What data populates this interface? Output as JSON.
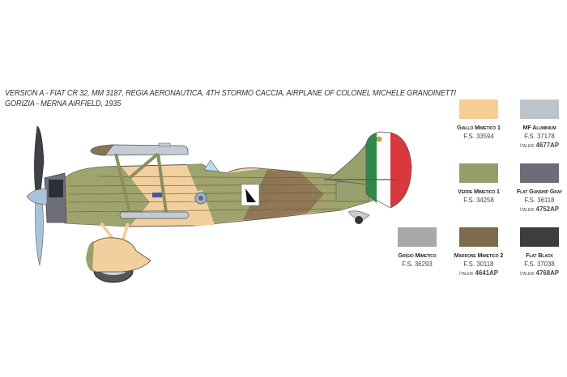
{
  "caption": {
    "line1": "VERSION A - FIAT CR 32, MM 3187, REGIA AERONAUTICA, 4TH STORMO CACCIA, AIRPLANE OF COLONEL MICHELE GRANDINETTI",
    "line2": "GORIZIA - MERNA AIRFIELD, 1935"
  },
  "aircraft": {
    "type": "Fiat CR 32 biplane side profile",
    "camouflage_colors": {
      "sand": "#f2cf9c",
      "green": "#9aa06a",
      "brown": "#8b7352",
      "propeller_dark": "#3d4148",
      "propeller_light": "#a9c4d8",
      "engine_gray": "#6e6f7a",
      "rudder_green": "#2f8a4a",
      "rudder_white": "#ffffff",
      "rudder_red": "#d8383e"
    }
  },
  "paints": [
    {
      "name": "Giallo Mimetico 1",
      "fs": "F.S. 33594",
      "italeri_brand": "",
      "italeri_code": "",
      "color": "#f7cf95"
    },
    {
      "name": "MF Aluminium",
      "fs": "F.S. 37178",
      "italeri_brand": "Italeri",
      "italeri_code": "4677AP",
      "color": "#bcc3ca"
    },
    {
      "name": "Verde Mimetico 1",
      "fs": "F.S. 34258",
      "italeri_brand": "",
      "italeri_code": "",
      "color": "#969d6b"
    },
    {
      "name": "Flat Gunship Gray",
      "fs": "F.S. 36118",
      "italeri_brand": "Italeri",
      "italeri_code": "4752AP",
      "color": "#6b6d78"
    },
    {
      "name": "Grigio Mimetico",
      "fs": "F.S. 36293",
      "italeri_brand": "",
      "italeri_code": "",
      "color": "#a7a9ad"
    },
    {
      "name": "Marrone Mimetico 2",
      "fs": "F.S. 30118",
      "italeri_brand": "Italeri",
      "italeri_code": "4641AP",
      "color": "#7e6a4c"
    },
    {
      "name": "Flat Black",
      "fs": "F.S. 37038",
      "italeri_brand": "Italeri",
      "italeri_code": "4768AP",
      "color": "#3d3d3f"
    }
  ]
}
